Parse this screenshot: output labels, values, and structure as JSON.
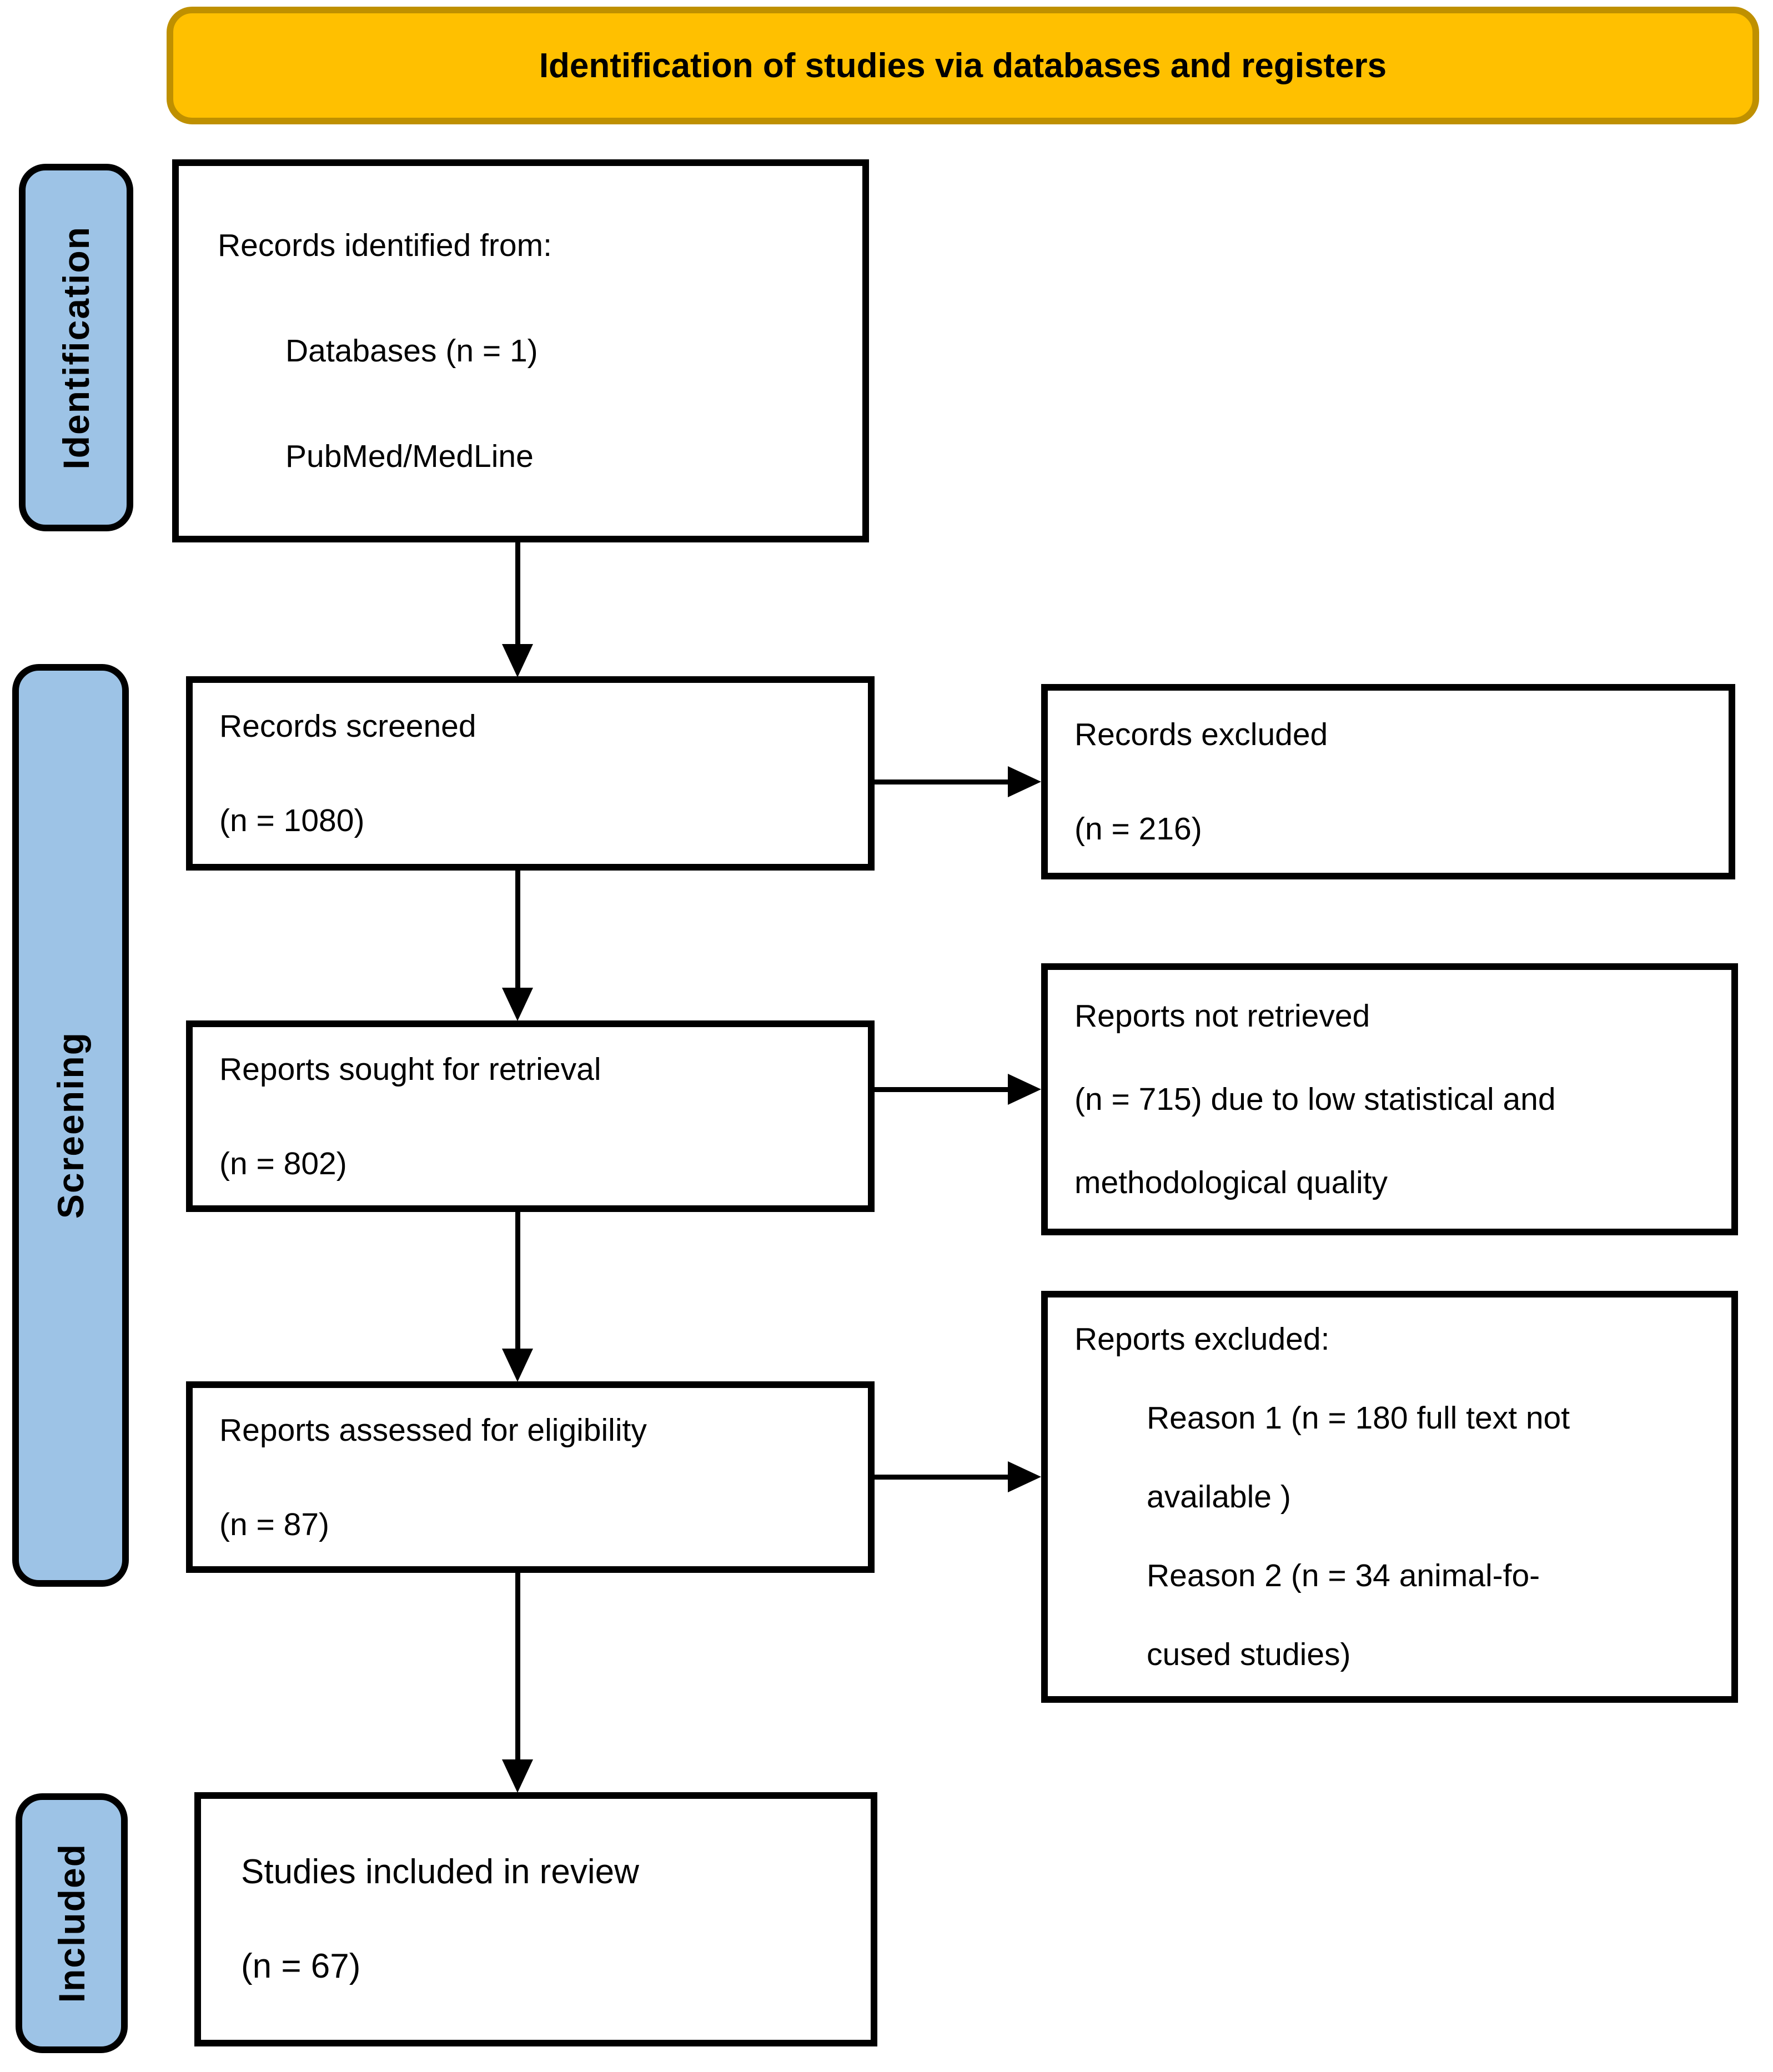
{
  "title": "Identification of studies via databases and registers",
  "colors": {
    "banner_fill": "#FFC000",
    "banner_border": "#BF9000",
    "stage_fill": "#9DC3E6",
    "line_color": "#000000"
  },
  "stages": [
    {
      "label": "Identification"
    },
    {
      "label": "Screening"
    },
    {
      "label": "Included"
    }
  ],
  "boxes": {
    "records_identified": {
      "lines": [
        "Records identified from:",
        "Databases (n = 1)",
        "PubMed/MedLine"
      ]
    },
    "records_screened": {
      "lines": [
        "Records screened",
        "(n = 1080)"
      ]
    },
    "records_excluded": {
      "lines": [
        "Records excluded",
        "(n = 216)"
      ]
    },
    "reports_sought": {
      "lines": [
        "Reports sought for retrieval",
        "(n = 802)"
      ]
    },
    "reports_not_retrieved": {
      "lines": [
        "Reports not retrieved",
        "(n = 715) due to low statistical and",
        "methodological quality"
      ]
    },
    "reports_assessed": {
      "lines": [
        "Reports assessed for eligibility",
        "(n = 87)"
      ]
    },
    "reports_excluded": {
      "lines": [
        "Reports excluded:",
        "Reason 1 (n = 180 full text not",
        "available )",
        "Reason 2 (n = 34 animal-fo-",
        "cused studies)"
      ]
    },
    "studies_included": {
      "lines": [
        "Studies included in review",
        "(n = 67)"
      ]
    }
  }
}
